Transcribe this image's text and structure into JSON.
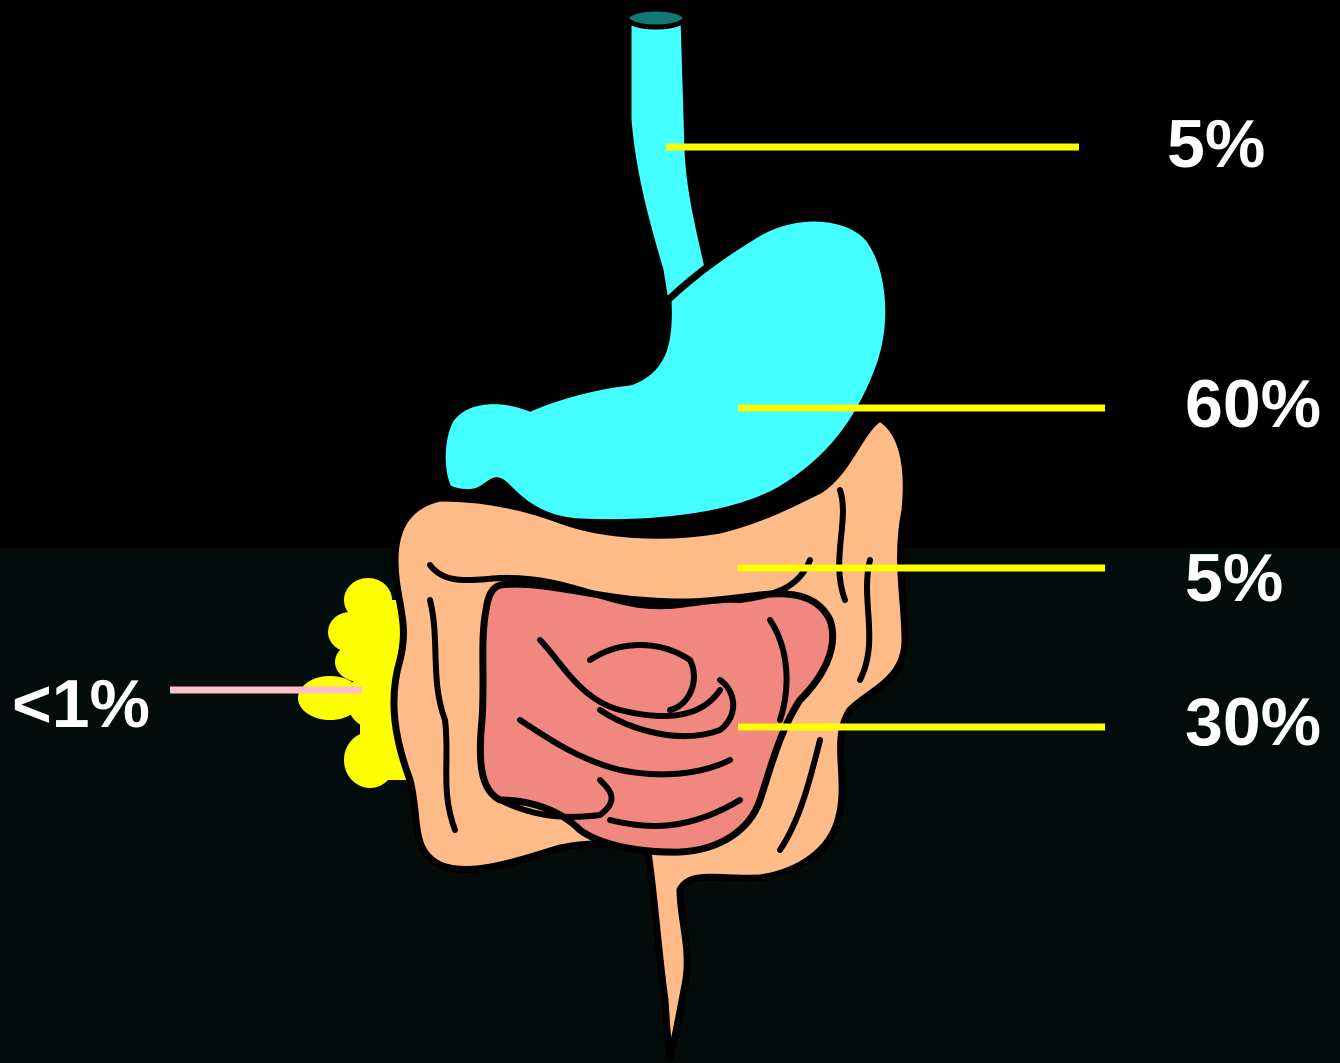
{
  "colors": {
    "background_top": "#000000",
    "background_bottom": "#030b0b",
    "esophagus_stomach": "#44ffff",
    "large_intestine": "#ffbb88",
    "small_intestine": "#f08880",
    "gallbladder_pancreas": "#ffff00",
    "leader_line": "#ffff00",
    "leader_line_left": "#ffc0cb",
    "outline": "#000000",
    "label_text": "#ffffff"
  },
  "labels": {
    "esophagus": "5%",
    "stomach": "60%",
    "large_intestine": "5%",
    "small_intestine": "30%",
    "left_organ": "<1%"
  }
}
